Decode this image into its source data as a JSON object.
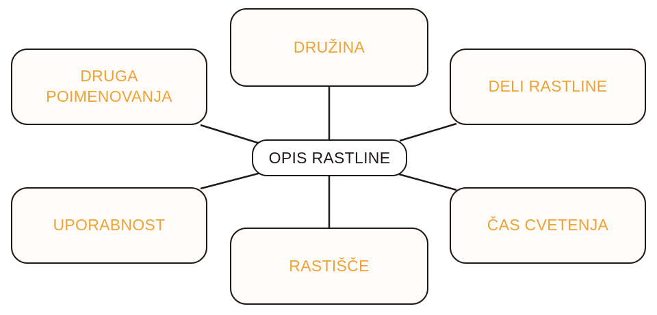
{
  "diagram": {
    "center": {
      "label": "OPIS RASTLINE"
    },
    "nodes": {
      "druzina": "DRUŽINA",
      "druga_poimenovanja": "DRUGA\nPOIMENOVANJA",
      "deli_rastline": "DELI RASTLINE",
      "uporabnost": "UPORABNOST",
      "cas_cvetenja": "ČAS CVETENJA",
      "rastisce": "RASTIŠČE"
    }
  },
  "colors": {
    "node_text": "#f0a236",
    "outline": "#1f1a17",
    "node_fill": "#fefcf8"
  }
}
